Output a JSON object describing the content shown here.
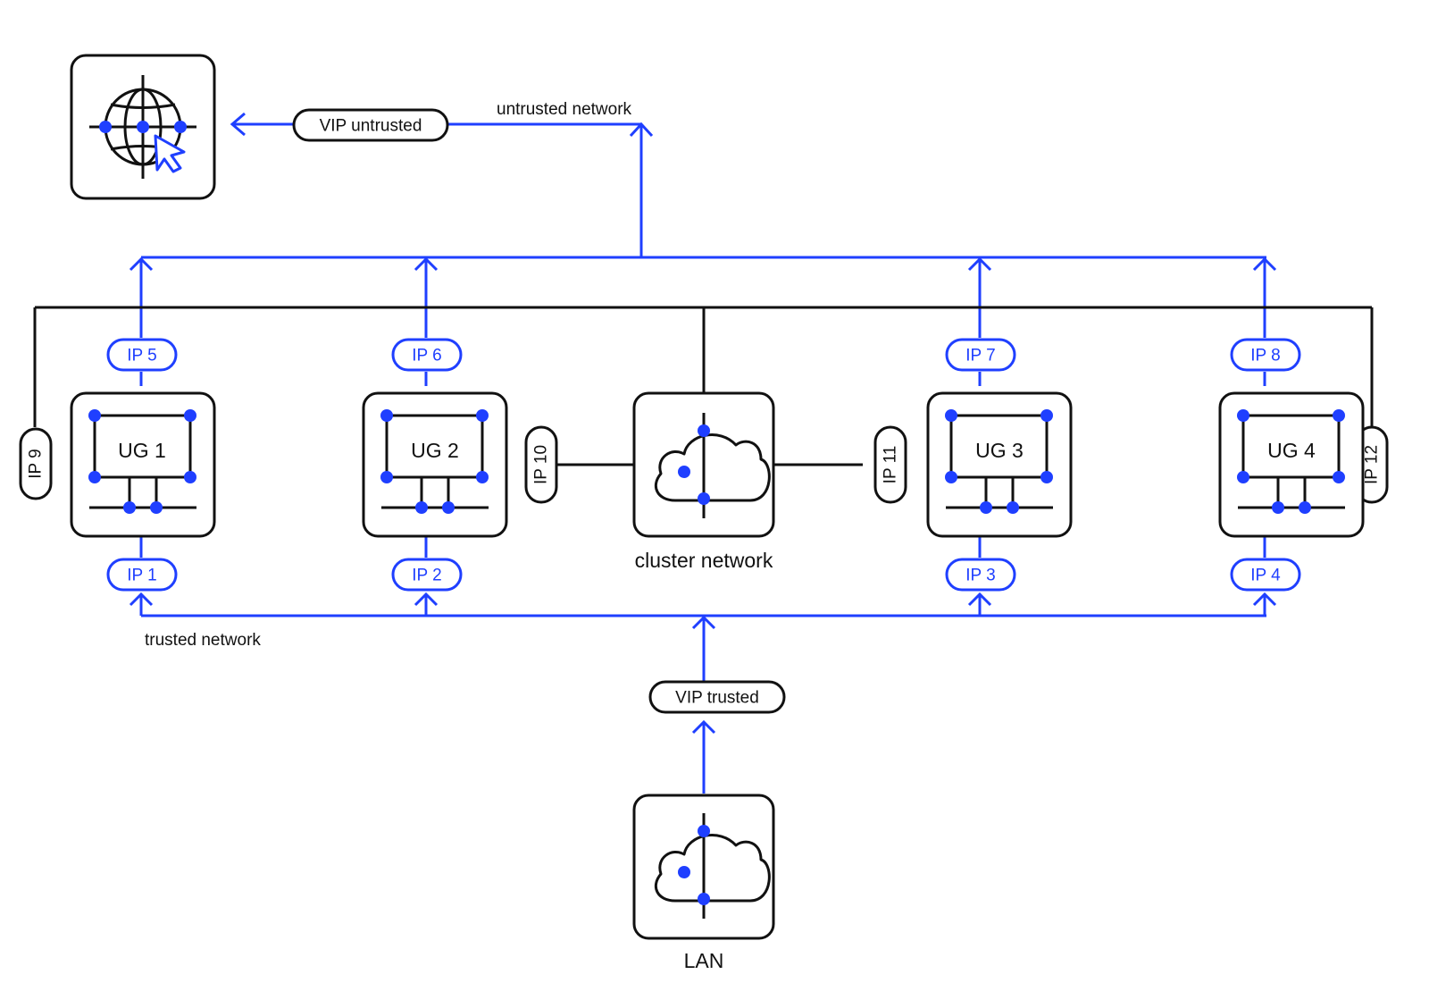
{
  "colors": {
    "accent": "#1f3fff",
    "ink": "#111111",
    "background": "#ffffff"
  },
  "internet": {
    "icon": "globe-cursor-icon"
  },
  "labels": {
    "vip_untrusted": "VIP untrusted",
    "untrusted_network": "untrusted network",
    "trusted_network": "trusted network",
    "vip_trusted": "VIP trusted",
    "cluster_network": "cluster network",
    "lan": "LAN"
  },
  "nodes": [
    {
      "label": "UG 1",
      "ip_trusted": "IP 1",
      "ip_untrusted": "IP 5",
      "icon": "server-board-icon"
    },
    {
      "label": "UG 2",
      "ip_trusted": "IP 2",
      "ip_untrusted": "IP 6",
      "icon": "server-board-icon"
    },
    {
      "label": "UG 3",
      "ip_trusted": "IP 3",
      "ip_untrusted": "IP 7",
      "icon": "server-board-icon"
    },
    {
      "label": "UG 4",
      "ip_trusted": "IP 4",
      "ip_untrusted": "IP 8",
      "icon": "server-board-icon"
    }
  ],
  "cluster_ips": [
    "IP 9",
    "IP 10",
    "IP 11",
    "IP 12"
  ],
  "cluster": {
    "icon": "cloud-network-icon"
  },
  "lan_node": {
    "icon": "cloud-network-icon"
  }
}
